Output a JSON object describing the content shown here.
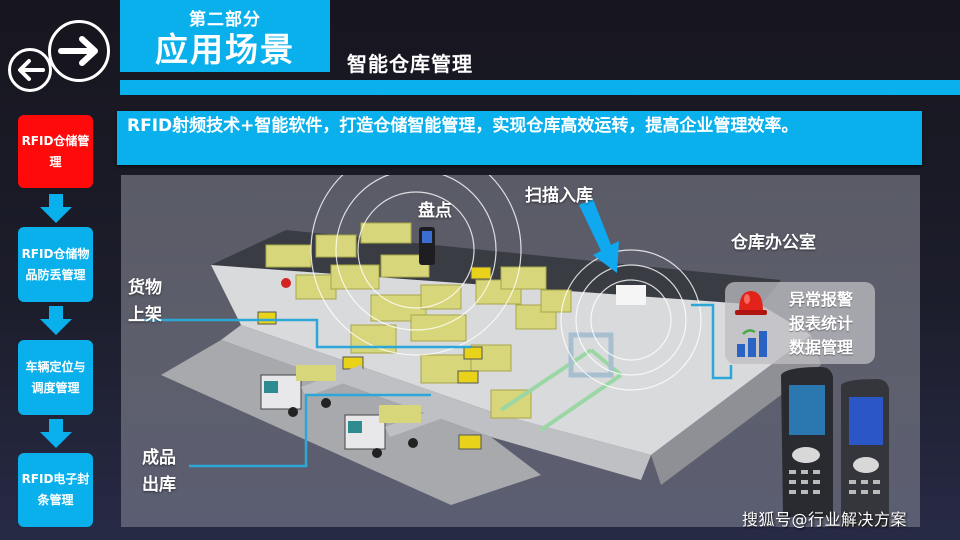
{
  "nav": {
    "prev_icon": "arrow-left-icon",
    "next_icon": "arrow-right-icon"
  },
  "header": {
    "section_subtitle": "第二部分",
    "section_title": "应用场景",
    "page_title": "智能仓库管理"
  },
  "banner": {
    "text": "RFID射频技术+智能软件，打造仓储智能管理，实现仓库高效运转，提高企业管理效率。"
  },
  "sidebar": {
    "items": [
      {
        "label": "RFID仓储管理",
        "active": true
      },
      {
        "label": "RFID仓储物品防丢管理",
        "active": false
      },
      {
        "label": "车辆定位与调度管理",
        "active": false
      },
      {
        "label": "RFID电子封条管理",
        "active": false
      }
    ],
    "active_color": "#ff0a0a",
    "item_color": "#0ab0ec"
  },
  "scene": {
    "labels": {
      "inventory": "盘点",
      "scan_in": "扫描入库",
      "office": "仓库办公室",
      "shelving_line1": "货物",
      "shelving_line2": "上架",
      "outbound_line1": "成品",
      "outbound_line2": "出库"
    },
    "info_box": {
      "icons": [
        "alarm-light-icon",
        "bar-chart-icon"
      ],
      "lines": [
        "异常报警",
        "报表统计",
        "数据管理"
      ]
    }
  },
  "watermark": "搜狐号@行业解决方案",
  "colors": {
    "accent": "#0ab0ec",
    "active": "#ff0a0a",
    "background": "#17161f",
    "scene_bg": "#5c5e6b"
  }
}
